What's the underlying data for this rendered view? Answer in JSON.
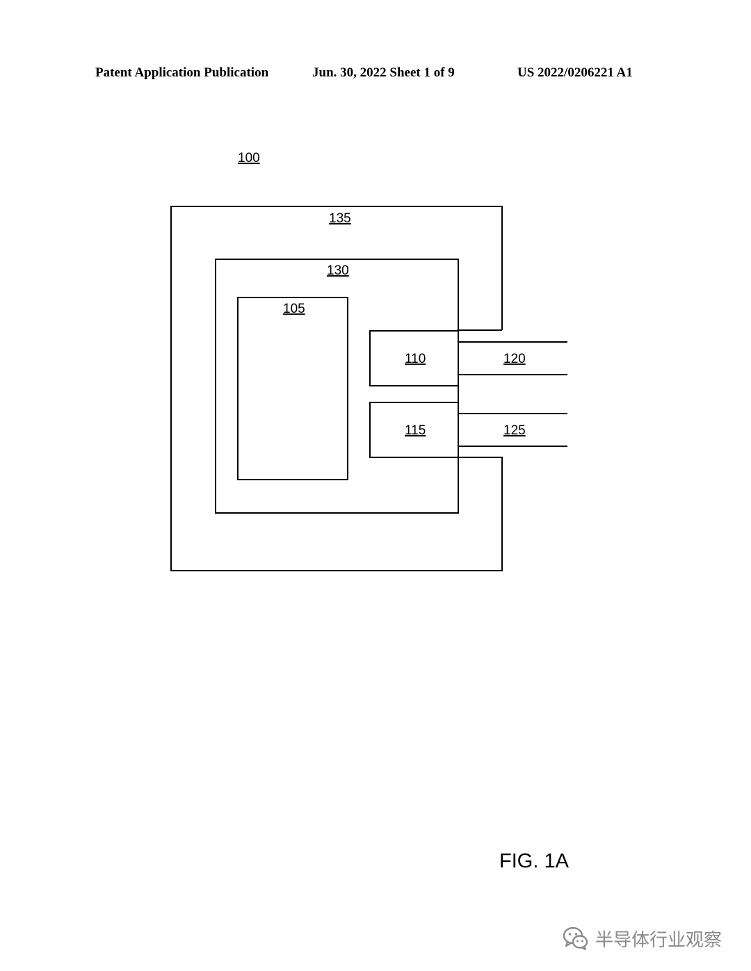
{
  "header": {
    "publication": "Patent Application Publication",
    "date_sheet": "Jun. 30, 2022  Sheet 1 of 9",
    "pub_number": "US 2022/0206221 A1"
  },
  "diagram": {
    "ref_main": "100",
    "ref_outer": "135",
    "ref_middle": "130",
    "ref_inner": "105",
    "ref_port_top": "110",
    "ref_port_bottom": "115",
    "ref_lead_top": "120",
    "ref_lead_bottom": "125"
  },
  "figure_label": "FIG. 1A",
  "watermark": {
    "text": "半导体行业观察",
    "icon": "wechat-icon",
    "color": "#8a8a8a"
  }
}
